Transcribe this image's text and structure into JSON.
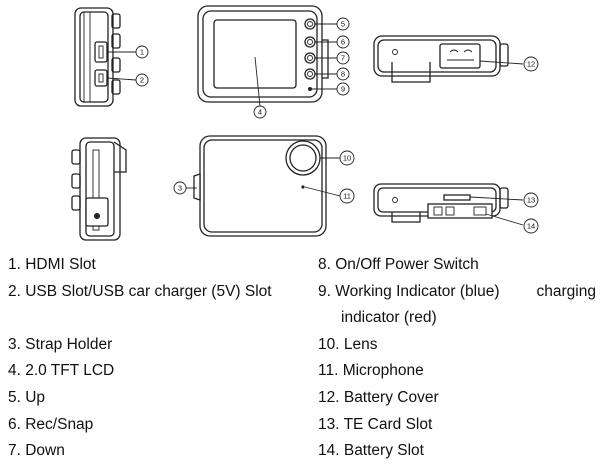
{
  "callouts": [
    "1",
    "2",
    "3",
    "4",
    "5",
    "6",
    "7",
    "8",
    "9",
    "10",
    "11",
    "12",
    "13",
    "14"
  ],
  "legend": {
    "left": [
      "1. HDMI Slot",
      "2. USB Slot/USB car charger (5V) Slot",
      "3. Strap Holder",
      "4. 2.0 TFT LCD",
      "5. Up",
      "6. Rec/Snap",
      "7. Down"
    ],
    "right": {
      "item8": "8. On/Off Power Switch",
      "item9_a": "9. Working Indicator (blue)",
      "item9_b": "charging",
      "item9_c": "indicator (red)",
      "item10": "10. Lens",
      "item11": "11. Microphone",
      "item12": "12. Battery Cover",
      "item13": "13. TE Card Slot",
      "item14": "14. Battery Slot"
    }
  }
}
